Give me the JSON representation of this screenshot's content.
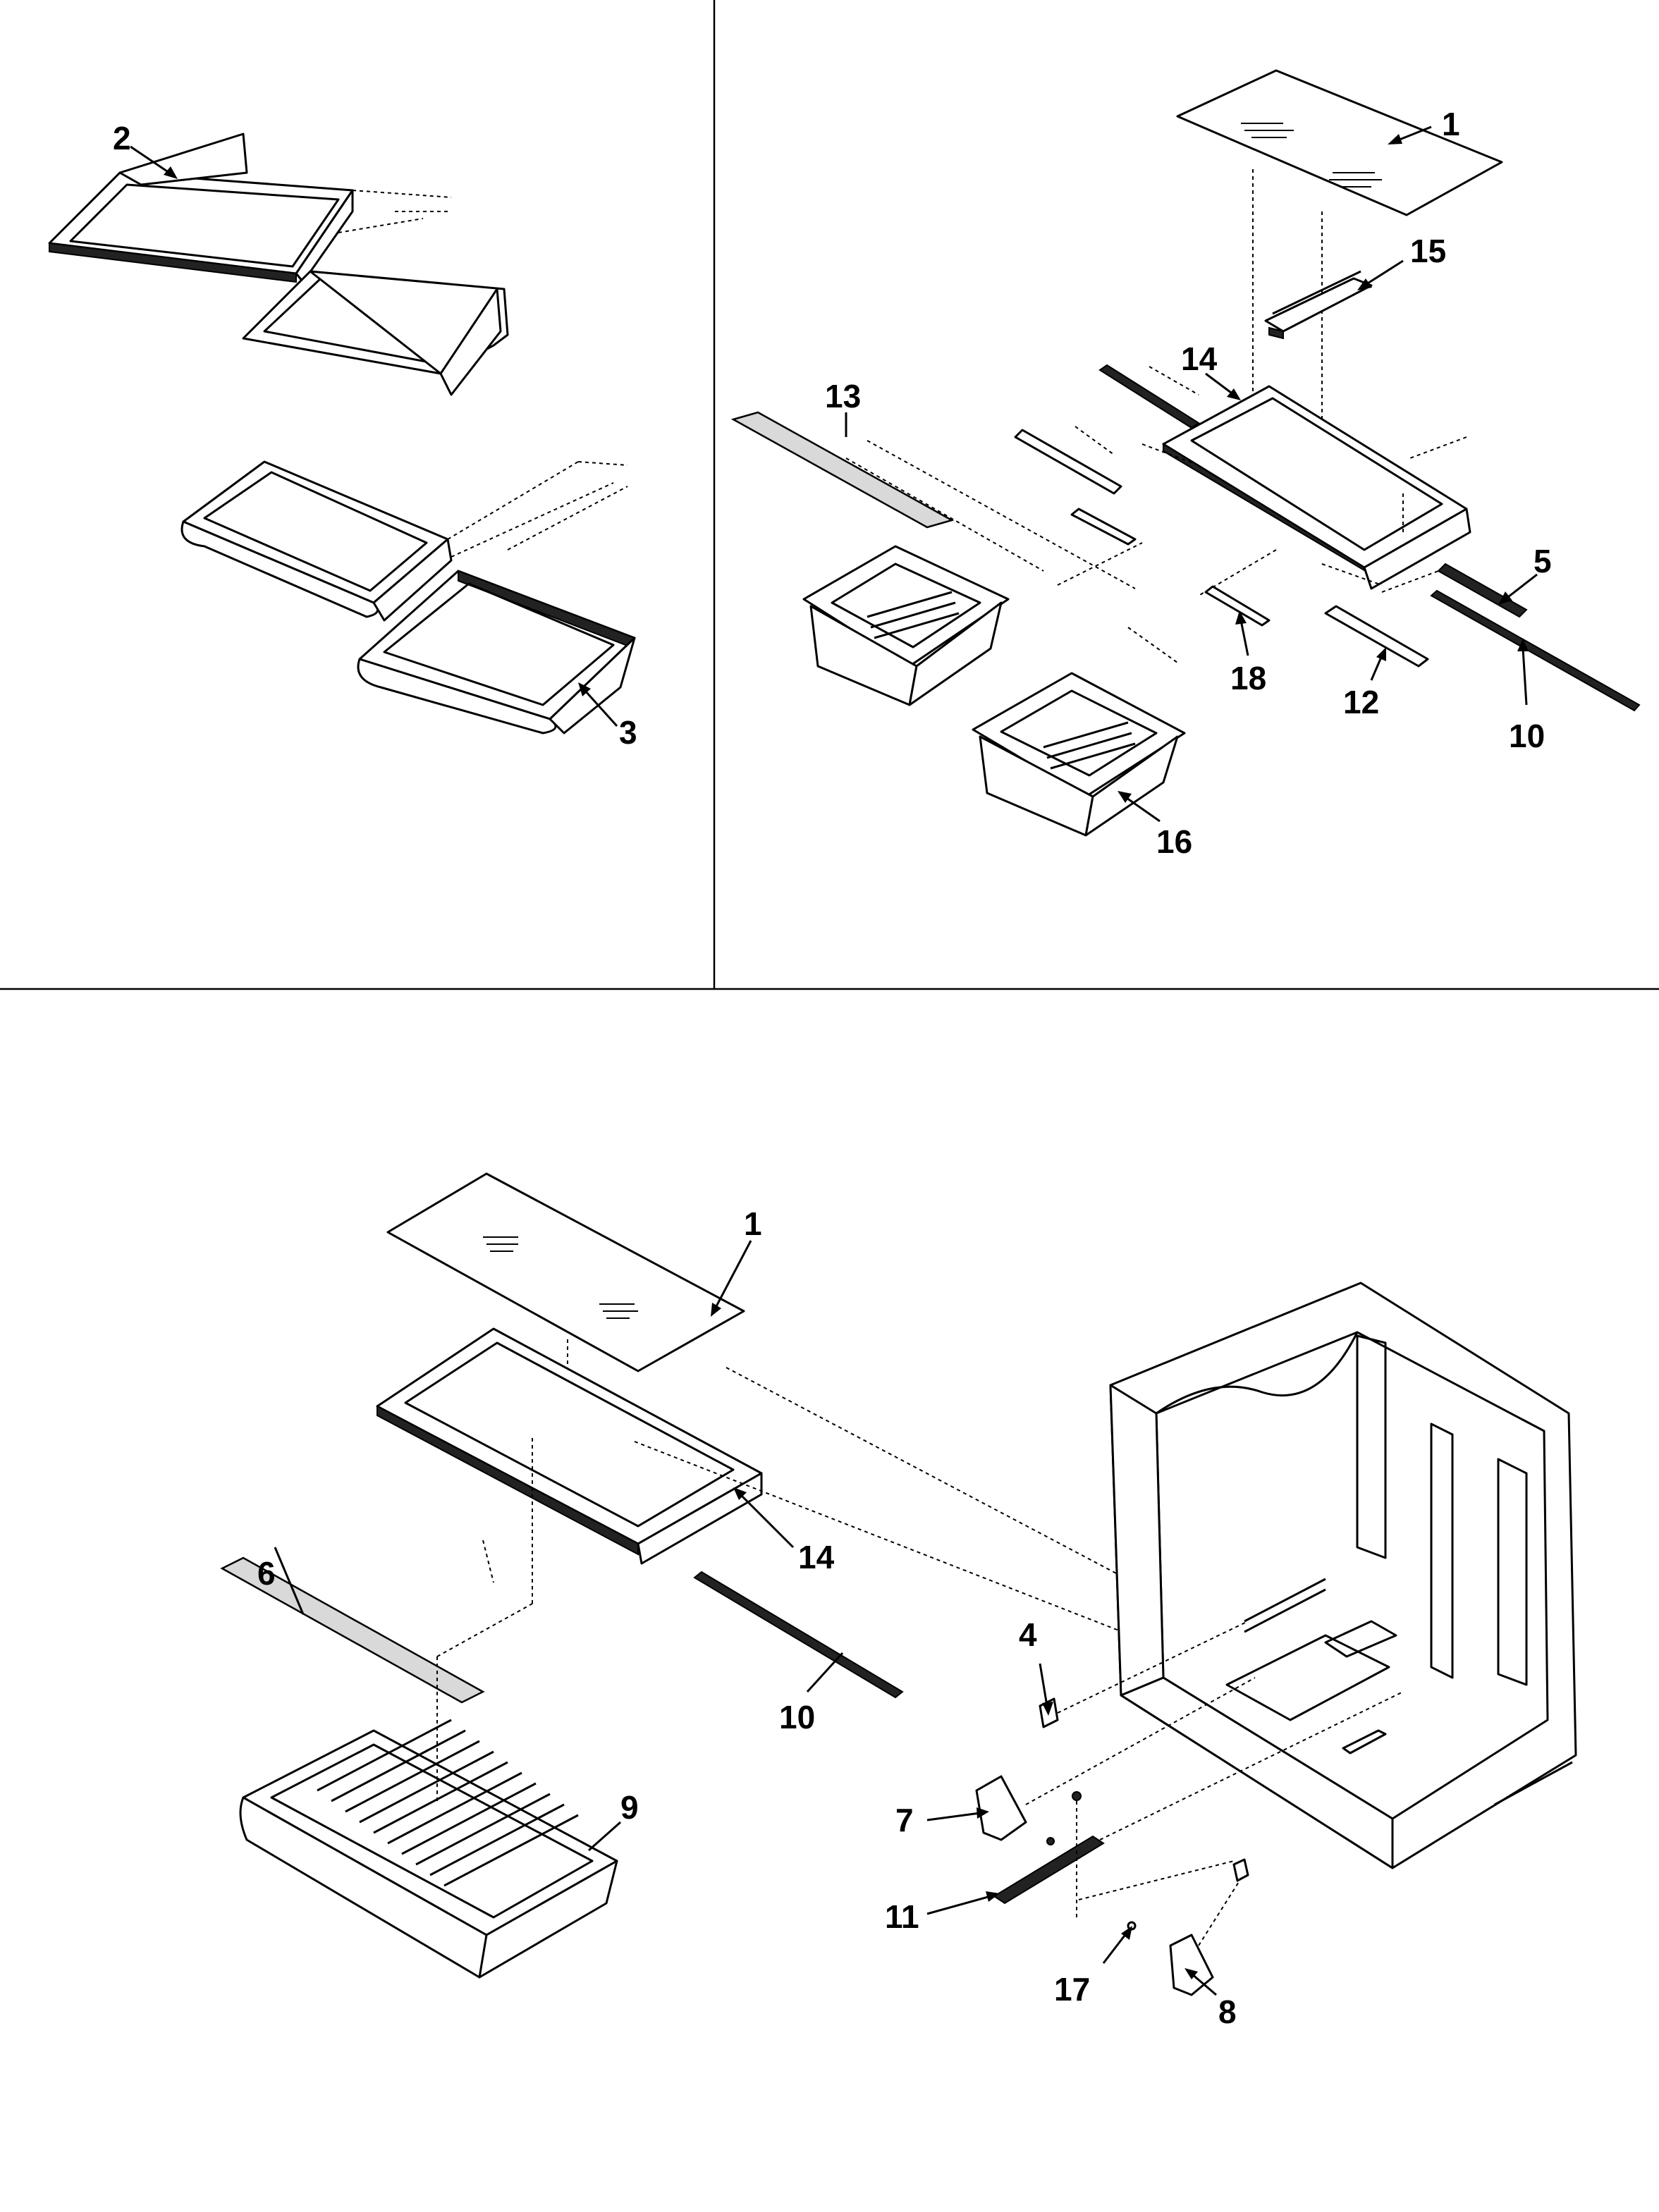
{
  "callouts": {
    "top_left": {
      "shelf_upper": "2",
      "shelf_lower": "3"
    },
    "top_right": {
      "glass": "1",
      "rail": "5",
      "long_rail": "10",
      "slide": "12",
      "cover_strip": "13",
      "frame": "14",
      "hinge": "15",
      "crisper": "16",
      "divider": "18"
    },
    "bottom": {
      "glass": "1",
      "bracket_small": "4",
      "trim": "6",
      "support_left": "7",
      "support_right": "8",
      "drawer": "9",
      "rail": "10",
      "rail_bracket": "11",
      "frame": "14",
      "screw": "17"
    }
  }
}
